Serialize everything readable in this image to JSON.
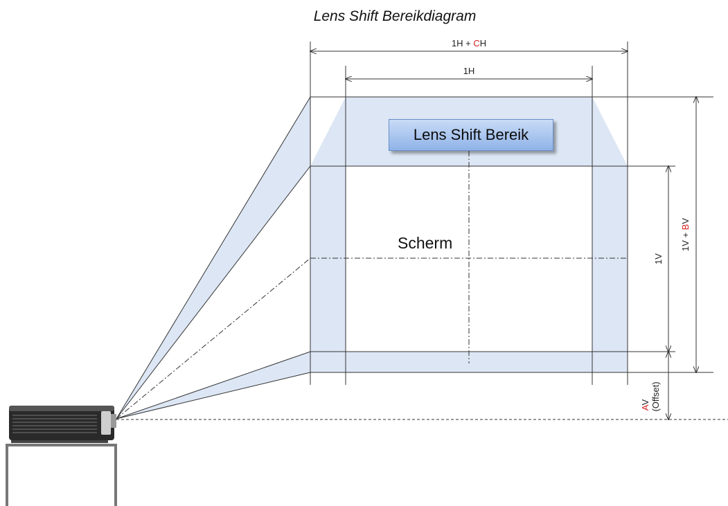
{
  "title": "Lens Shift Bereikdiagram",
  "labels": {
    "lens_shift_range": "Lens Shift Bereik",
    "screen": "Scherm",
    "width_full": "1H",
    "width_plus_prefix": "1H + ",
    "width_plus_letter": "C",
    "width_plus_suffix": "H",
    "height": "1V",
    "height_plus_prefix": "1V + ",
    "height_plus_letter": "B",
    "height_plus_suffix": "V",
    "offset_letter": "A",
    "offset_suffix": "V",
    "offset_note": "(Offset)"
  },
  "colors": {
    "shift_fill": "#dce6f4",
    "highlight_letter": "#d42020",
    "line": "#333333"
  }
}
